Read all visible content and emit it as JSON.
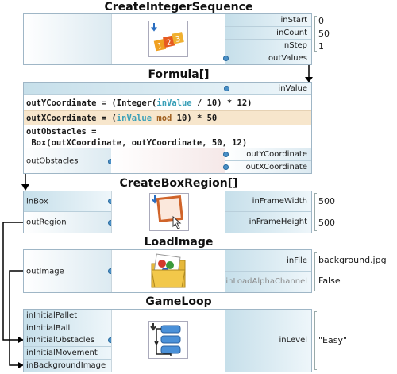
{
  "nodes": {
    "create_integer_sequence": {
      "title": "CreateIntegerSequence",
      "inputs": [
        "inStart",
        "inCount",
        "inStep"
      ],
      "outputs": [
        "outValues"
      ],
      "values": [
        "0",
        "50",
        "1"
      ]
    },
    "formula": {
      "title": "Formula[]",
      "inputs": [
        "inValue"
      ],
      "line1": {
        "a": "outYCoordinate = (Integer(",
        "b": "inValue",
        "c": " / 10) * 12)"
      },
      "line2": {
        "a": "outXCoordinate = (",
        "b": "inValue",
        "c": " mod",
        "d": " 10) * 50"
      },
      "line3": {
        "a": "outObstacles =",
        "b": " Box(outXCoordinate, outYCoordinate, 50, 12)"
      },
      "left_output": "outObstacles",
      "outputs": [
        "outYCoordinate",
        "outXCoordinate"
      ]
    },
    "create_box_region": {
      "title": "CreateBoxRegion[]",
      "left_ports": [
        "inBox",
        "outRegion"
      ],
      "inputs": [
        "inFrameWidth",
        "inFrameHeight"
      ],
      "values": [
        "500",
        "500"
      ]
    },
    "load_image": {
      "title": "LoadImage",
      "outputs": [
        "outImage"
      ],
      "inputs": [
        "inFile",
        "inLoadAlphaChannel"
      ],
      "values": [
        "background.jpg",
        "False"
      ]
    },
    "game_loop": {
      "title": "GameLoop",
      "left_inputs": [
        "inInitialPallet",
        "inInitialBall",
        "inInitialObstacles",
        "inInitialMovement",
        "inBackgroundImage"
      ],
      "inputs": [
        "inLevel"
      ],
      "values": [
        "\"Easy\""
      ]
    }
  },
  "icons": {
    "create_integer_sequence": "number-sequence-icon",
    "create_box_region": "box-region-icon",
    "load_image": "load-image-icon",
    "game_loop": "loop-icon"
  },
  "colors": {
    "port_blue": "#4a90c8",
    "node_border": "#9fb6c6",
    "formula_highlight": "#f7e6cc",
    "wire": "#000000"
  }
}
